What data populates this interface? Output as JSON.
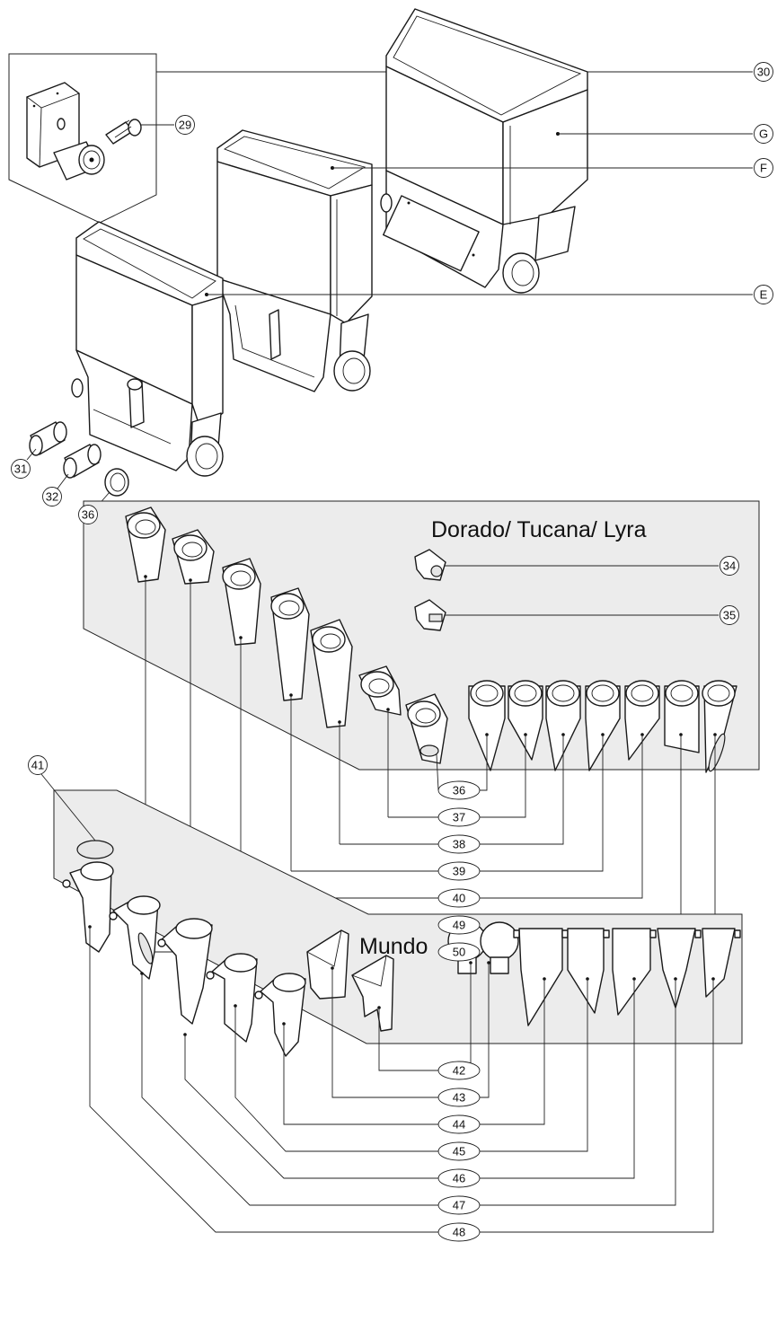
{
  "headings": {
    "group_1": "Dorado/ Tucana/ Lyra",
    "group_2": "Mundo"
  },
  "callouts": {
    "c29": "29",
    "c30": "30",
    "cG": "G",
    "cF": "F",
    "cE": "E",
    "c31": "31",
    "c32": "32",
    "c36a": "36",
    "c34": "34",
    "c35": "35",
    "c36": "36",
    "c37": "37",
    "c38": "38",
    "c39": "39",
    "c40": "40",
    "c49": "49",
    "c50": "50",
    "c41": "41",
    "c42": "42",
    "c43": "43",
    "c44": "44",
    "c45": "45",
    "c46": "46",
    "c47": "47",
    "c48": "48"
  }
}
